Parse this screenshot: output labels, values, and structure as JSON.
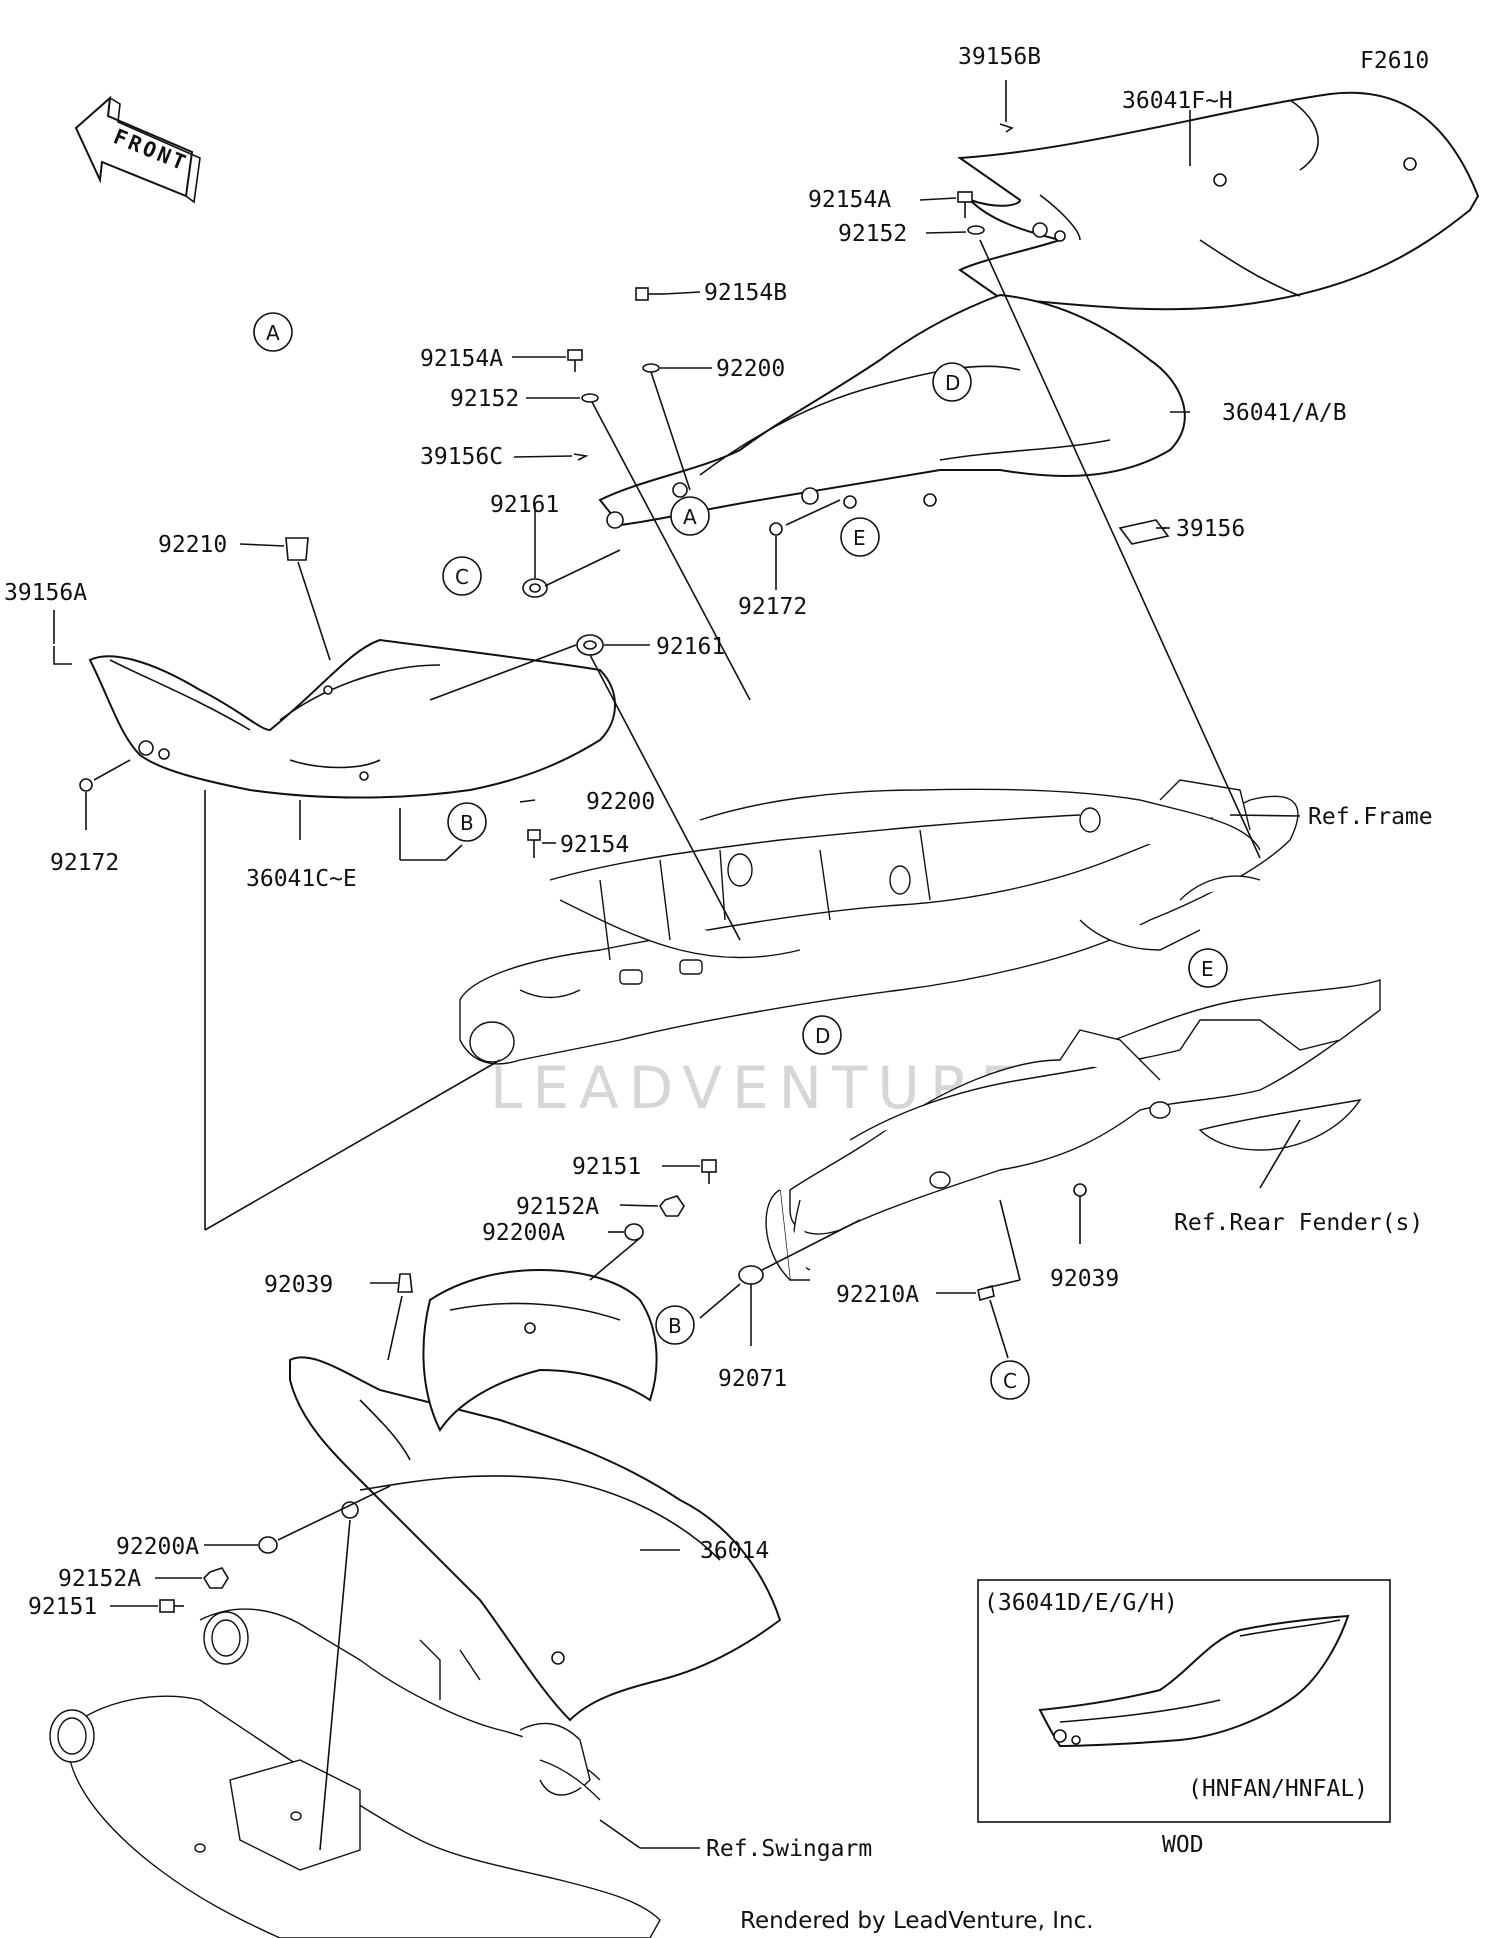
{
  "figure_code": "F2610",
  "front_label": "FRONT",
  "watermark": "LEADVENTURE",
  "footer": "Rendered by LeadVenture, Inc.",
  "part_labels": [
    {
      "id": "p39156B",
      "text": "39156B"
    },
    {
      "id": "p36041FH",
      "text": "36041F~H"
    },
    {
      "id": "p92154A_top",
      "text": "92154A"
    },
    {
      "id": "p92152_top",
      "text": "92152"
    },
    {
      "id": "p92154B",
      "text": "92154B"
    },
    {
      "id": "p92154A_mid",
      "text": "92154A"
    },
    {
      "id": "p92200_top",
      "text": "92200"
    },
    {
      "id": "p92152_mid",
      "text": "92152"
    },
    {
      "id": "p36041AB",
      "text": "36041/A/B"
    },
    {
      "id": "p39156C",
      "text": "39156C"
    },
    {
      "id": "p92161_a",
      "text": "92161"
    },
    {
      "id": "p39156",
      "text": "39156"
    },
    {
      "id": "p92210",
      "text": "92210"
    },
    {
      "id": "p92172_mid",
      "text": "92172"
    },
    {
      "id": "p39156A",
      "text": "39156A"
    },
    {
      "id": "p92161_b",
      "text": "92161"
    },
    {
      "id": "p92200_mid",
      "text": "92200"
    },
    {
      "id": "pRefFrame",
      "text": "Ref.Frame"
    },
    {
      "id": "p92154",
      "text": "92154"
    },
    {
      "id": "p92172_left",
      "text": "92172"
    },
    {
      "id": "p36041CE",
      "text": "36041C~E"
    },
    {
      "id": "p92151_a",
      "text": "92151"
    },
    {
      "id": "p92152A_a",
      "text": "92152A"
    },
    {
      "id": "p92200A_a",
      "text": "92200A"
    },
    {
      "id": "pRefRearFender",
      "text": "Ref.Rear Fender(s)"
    },
    {
      "id": "p92039_right",
      "text": "92039"
    },
    {
      "id": "p92039_left",
      "text": "92039"
    },
    {
      "id": "p92210A",
      "text": "92210A"
    },
    {
      "id": "p92071",
      "text": "92071"
    },
    {
      "id": "p36014",
      "text": "36014"
    },
    {
      "id": "p92200A_b",
      "text": "92200A"
    },
    {
      "id": "p92152A_b",
      "text": "92152A"
    },
    {
      "id": "p92151_b",
      "text": "92151"
    },
    {
      "id": "pRefSwingarm",
      "text": "Ref.Swingarm"
    }
  ],
  "callouts": [
    {
      "id": "cA1",
      "text": "A"
    },
    {
      "id": "cA2",
      "text": "A"
    },
    {
      "id": "cB1",
      "text": "B"
    },
    {
      "id": "cB2",
      "text": "B"
    },
    {
      "id": "cC1",
      "text": "C"
    },
    {
      "id": "cC2",
      "text": "C"
    },
    {
      "id": "cD1",
      "text": "D"
    },
    {
      "id": "cD2",
      "text": "D"
    },
    {
      "id": "cE1",
      "text": "E"
    },
    {
      "id": "cE2",
      "text": "E"
    }
  ],
  "inset": {
    "models": "(36041D/E/G/H)",
    "variant": "(HNFAN/HNFAL)",
    "caption": "WOD"
  }
}
